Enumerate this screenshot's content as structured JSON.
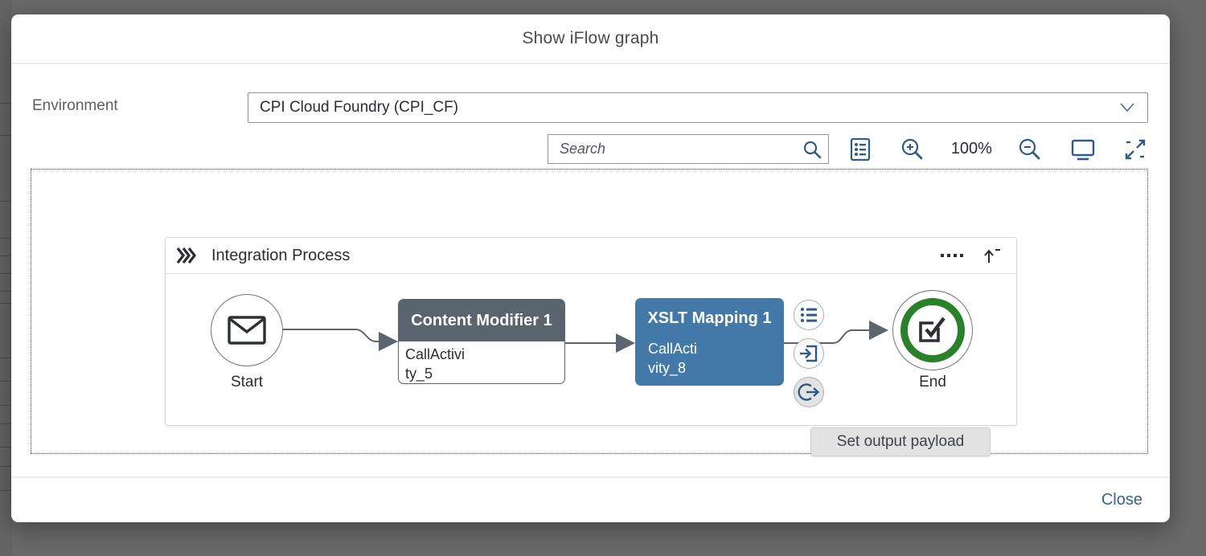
{
  "dialog": {
    "title": "Show iFlow graph",
    "close_label": "Close"
  },
  "environment": {
    "label": "Environment",
    "selected_option": "CPI Cloud Foundry (CPI_CF)"
  },
  "toolbar": {
    "search_placeholder": "Search",
    "zoom_level": "100%",
    "icons": {
      "search": "magnifier",
      "legend": "legend-list",
      "zoom_in": "magnifier-plus",
      "zoom_out": "magnifier-minus",
      "fit_screen": "monitor",
      "full_screen": "expand-arrows"
    }
  },
  "process": {
    "title": "Integration Process",
    "header_icons": {
      "pool_marker": "triple-chevron-right",
      "overflow": "four-dots",
      "collapse": "arrow-up-bar"
    },
    "nodes": {
      "start": {
        "label": "Start",
        "icon": "envelope"
      },
      "content_modifier": {
        "title": "Content Modifier 1",
        "name_line1": "CallActivi",
        "name_line2": "ty_5"
      },
      "xslt_mapping": {
        "title": "XSLT Mapping 1",
        "name_line1": "CallActi",
        "name_line2": "vity_8"
      },
      "end": {
        "label": "End",
        "icon": "check-square"
      }
    },
    "node_actions": {
      "list": "bullet-list",
      "set_input": "arrow-into-bracket",
      "set_output": "arrow-out-of-circle"
    }
  },
  "tooltip": {
    "text": "Set output payload"
  },
  "colors": {
    "overlay": "#696969",
    "icon_blue": "#2e5c88",
    "node_blue": "#4279a8",
    "node_gray_header": "#59646f",
    "connector_gray": "#5a6570",
    "end_green": "#288228",
    "link_blue": "#35639c"
  }
}
